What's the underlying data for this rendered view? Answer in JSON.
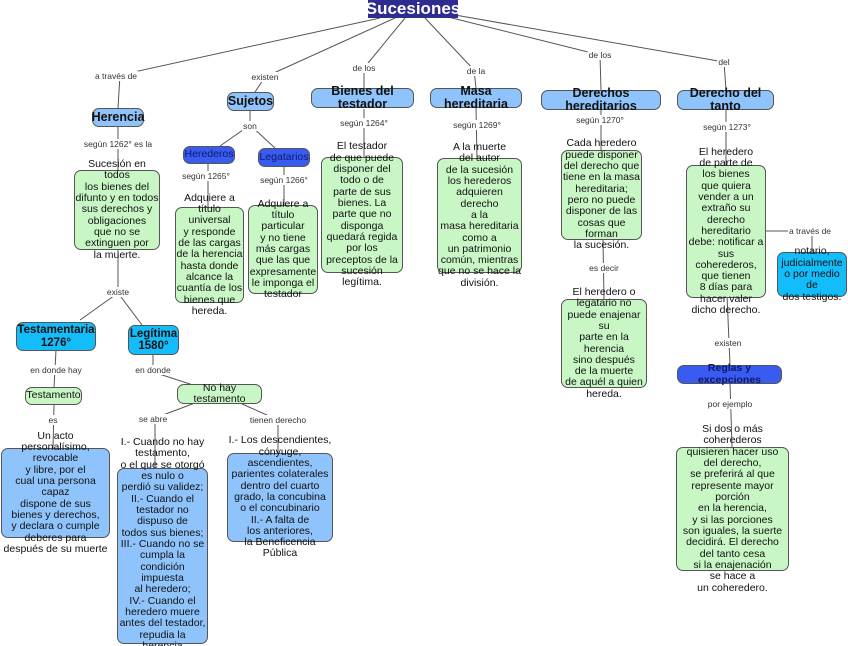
{
  "title": "Sucesiones",
  "nodes": {
    "herencia": "Herencia",
    "sujetos": "Sujetos",
    "bienes": "Bienes del testador",
    "masa": "Masa hereditaria",
    "derechos": "Derechos hereditarios",
    "tanto": "Derecho del tanto",
    "herencia_def": "Sucesión en todos\nlos bienes del\ndifunto y en todos\nsus derechos y\nobligaciones\nque no se\nextinguen por\nla muerte.",
    "herederos": "Herederos",
    "legatarios": "Legatarios",
    "herederos_def": "Adquiere a\ntítulo universal\ny responde\nde las cargas\nde la herencia\nhasta donde\nalcance la\ncuantía de los\nbienes que\nhereda.",
    "legatarios_def": "Adquiere a\ntítulo\nparticular\ny no tiene\nmás cargas\nque las que\nexpresamente\nle imponga el\ntestador",
    "bienes_def": "El testador\nde que puede\ndisponer del\ntodo o de\nparte de sus\nbienes. La\nparte que no\ndisponga\nquedará regida\npor los\npreceptos de la\nsucesión legítima.",
    "masa_def": "A la muerte\ndel autor\nde la sucesión\nlos herederos\nadquieren derecho\na la\nmasa hereditaria\ncomo a\nun patrimonio\ncomún, mientras\nque no se hace la\ndivisión.",
    "derechos_def": "Cada heredero\npuede disponer\ndel derecho que\ntiene en la masa\nhereditaria;\npero no puede\ndisponer de las\ncosas que forman\nla sucesión.",
    "derechos_def2": "El heredero o\nlegatario no\npuede enajenar su\nparte en la\nherencia\nsino después\nde la muerte\nde aquél a quien\nhereda.",
    "tanto_def": "El heredero\nde parte de\nlos bienes\nque quiera\nvender a un\nextraño su\nderecho\nhereditario\ndebe: notificar a\nsus coherederos,\nque tienen\n8 días para\nhacer valer\ndicho derecho.",
    "notario": "notario,\njudicialmente\no por medio de\ndos testigos.",
    "reglas": "Reglas y excepciones",
    "ejemplo": "Si dos o más coherederos\nquisieren hacer uso\ndel derecho,\nse preferirá al que\nrepresente mayor porción\nen la herencia,\ny si las porciones\nson iguales, la suerte\ndecidirá. El derecho\ndel tanto cesa\nsi la enajenación\nse hace a\nun coheredero.",
    "testamentaria": "Testamentaria\n1276°",
    "legitima": "Legítima\n1580°",
    "testamento": "Testamento",
    "testamento_def": "Un acto\npersonalísimo, revocable\ny libre, por el\ncual una persona capaz\ndispone de sus\nbienes y derechos,\ny declara o cumple\ndeberes para\ndespués de su muerte",
    "no_testamento": "No hay testamento",
    "se_abre_def": "I.- Cuando no hay\ntestamento,\no el que se otorgó\nes nulo o\nperdió su validez;\nII.- Cuando el\ntestador no\ndispuso de\ntodos sus bienes;\nIII.- Cuando no se\ncumpla la\ncondición impuesta\nal heredero;\nIV.- Cuando el\nheredero muere\nantes del testador,\nrepudia la herencia\no es incapaz\nde heredar.",
    "derecho_def": "I.- Los descendientes,\ncónyuge, ascendientes,\nparientes colaterales\ndentro del cuarto\ngrado, la concubina\no el concubinario\nII.- A falta de\nlos anteriores,\nla Beneficencia Pública"
  },
  "labels": {
    "a_traves_de": "a través de",
    "existen": "existen",
    "de_los_1": "de los",
    "de_la": "de la",
    "de_los_2": "de los",
    "del": "del",
    "segun_1262": "según 1262° es la",
    "son": "son",
    "segun_1264": "según 1264°",
    "segun_1269": "según 1269°",
    "segun_1270": "según 1270°",
    "segun_1273": "según 1273°",
    "segun_1265": "según 1265°",
    "segun_1266": "según 1266°",
    "existe": "existe",
    "es_decir": "es decir",
    "a_traves_de_2": "a través de",
    "existen_2": "existen",
    "por_ejemplo": "por ejemplo",
    "en_donde_hay": "en donde hay",
    "en_donde": "en donde",
    "es": "es",
    "se_abre": "se abre",
    "tienen_derecho": "tienen derecho"
  }
}
